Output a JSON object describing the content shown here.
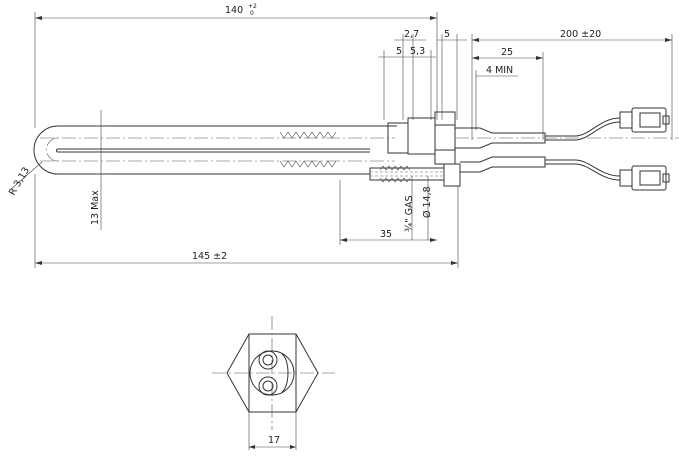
{
  "drawing": {
    "dimensions": {
      "length_total": "140",
      "length_total_tol_upper": "+2",
      "length_total_tol_lower": "0",
      "dim_2_7": "2,7",
      "dim_5_left": "5",
      "dim_5_3": "5,3",
      "dim_5_right": "5",
      "cable_length": "200 ±20",
      "dim_25": "25",
      "dim_4_min": "4 MIN",
      "radius": "R 3,13",
      "max_diameter": "13 Max",
      "thread": "¾\" GAS",
      "diameter_14_8": "Ø 14,8",
      "dim_35": "35",
      "overall_length": "145 ±2",
      "hex_width": "17"
    }
  }
}
